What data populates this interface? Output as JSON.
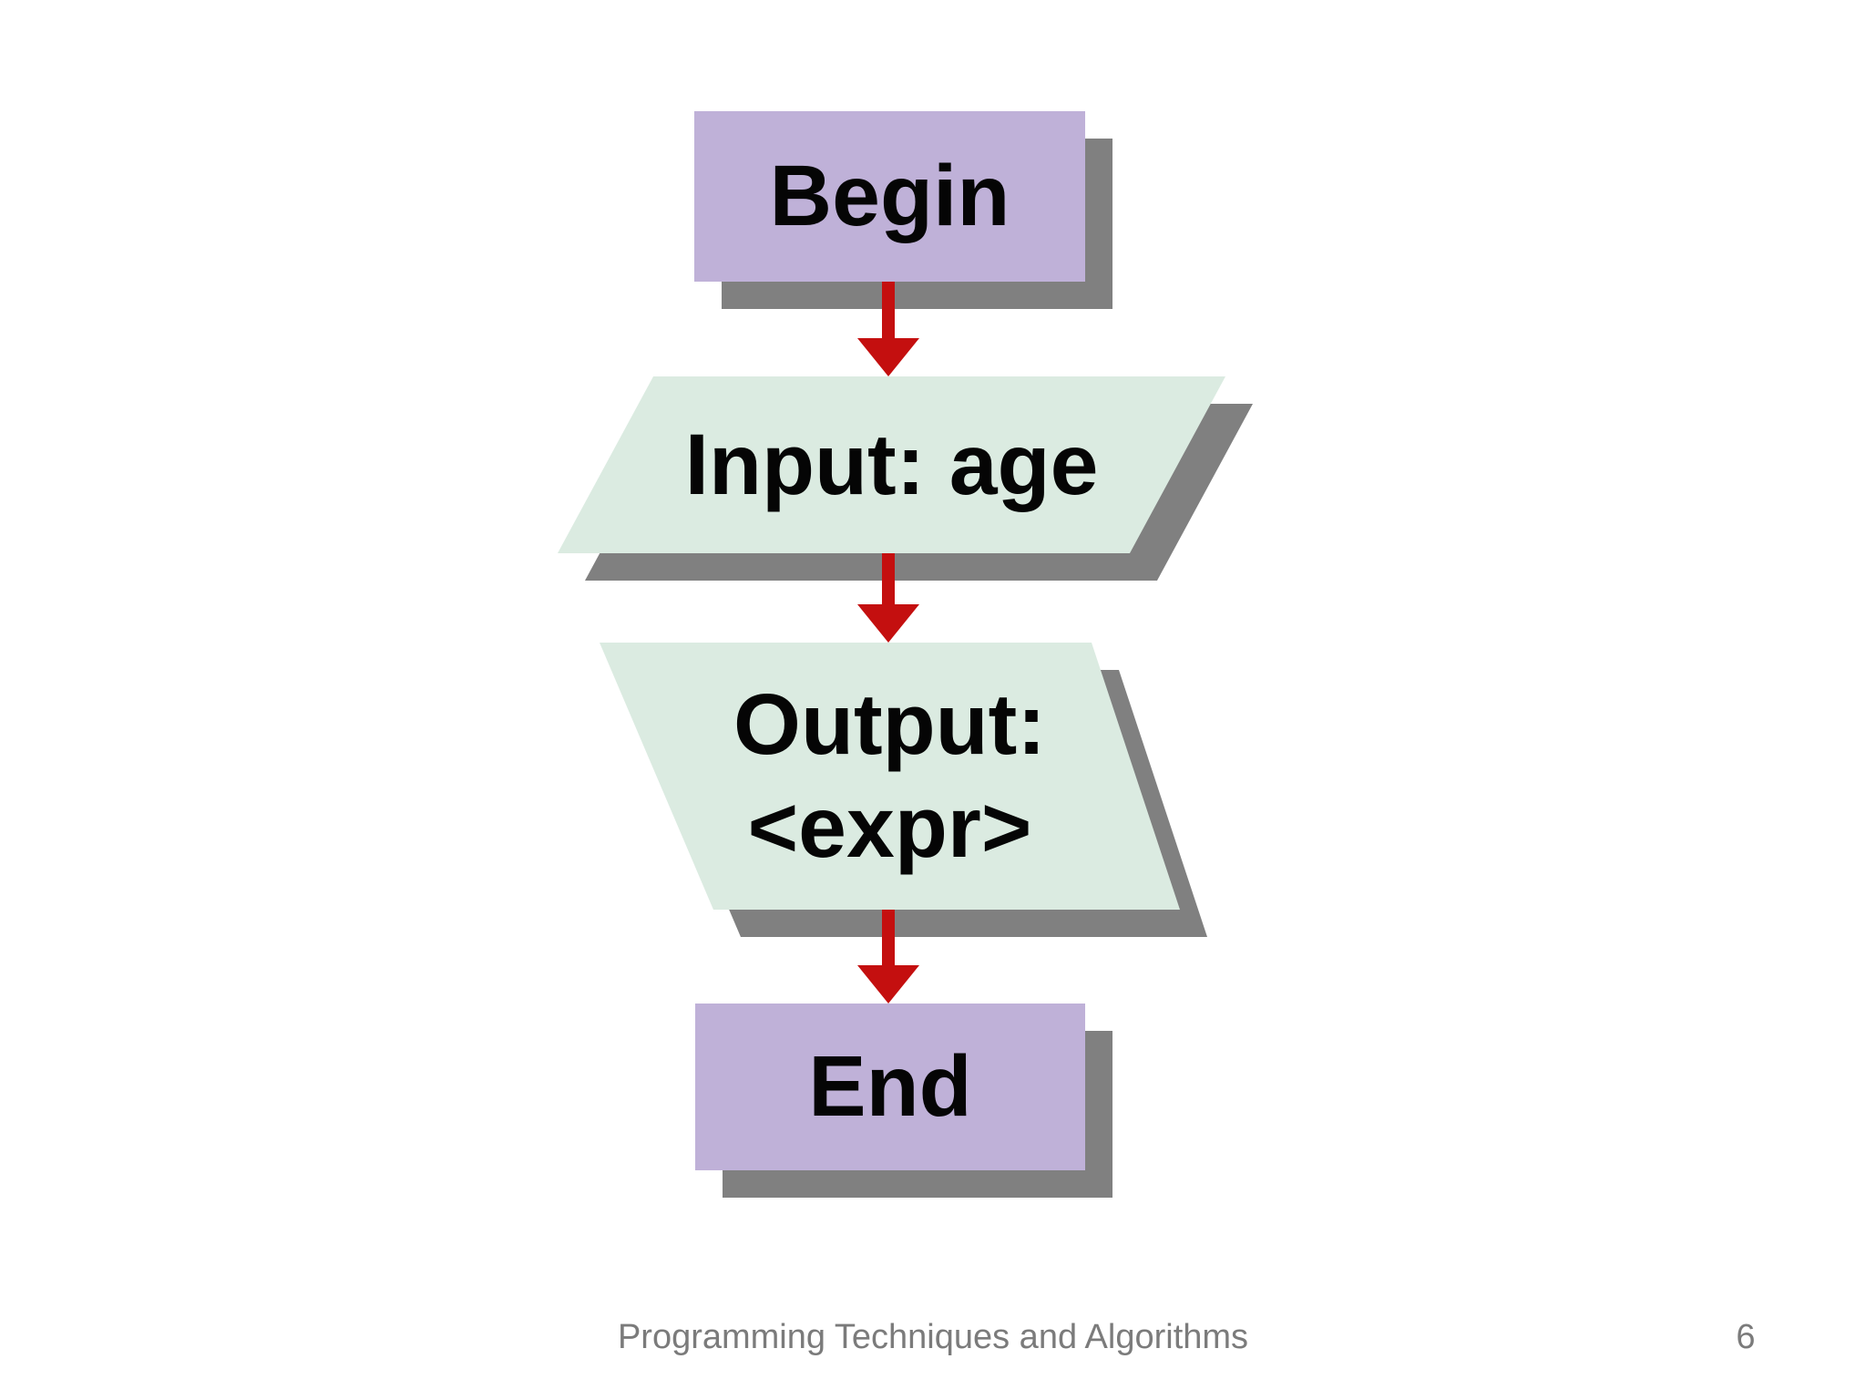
{
  "slide": {
    "background": "#FFFFFF",
    "flowchart": {
      "colors": {
        "terminator_fill": "#BFB1D8",
        "io_fill": "#DBEBE1",
        "shadow": "#808080",
        "arrow": "#C40F0F",
        "label": "#050505"
      },
      "nodes": [
        {
          "id": "begin",
          "type": "terminator",
          "label": "Begin"
        },
        {
          "id": "input-age",
          "type": "io",
          "label": "Input: age"
        },
        {
          "id": "output-expr",
          "type": "io",
          "label_line1": "Output:",
          "label_line2": "<expr>"
        },
        {
          "id": "end",
          "type": "terminator",
          "label": "End"
        }
      ],
      "connectors": [
        {
          "from": "begin",
          "to": "input-age",
          "direction": "down"
        },
        {
          "from": "input-age",
          "to": "output-expr",
          "direction": "down"
        },
        {
          "from": "output-expr",
          "to": "end",
          "direction": "down"
        }
      ]
    },
    "footer": {
      "title": "Programming Techniques and Algorithms",
      "page_number": "6",
      "color": "#7B7B7B"
    }
  }
}
